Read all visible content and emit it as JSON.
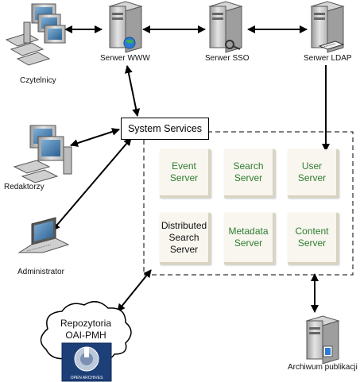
{
  "nodes": {
    "readers": "Czytelnicy",
    "www": "Serwer WWW",
    "sso": "Serwer SSO",
    "ldap": "Serwer LDAP",
    "system_services": "System Services",
    "editors": "Redaktorzy",
    "admin": "Administrator",
    "repo_line1": "Repozytoria",
    "repo_line2": "OAI-PMH",
    "open_archives": "OPEN ARCHIVES",
    "archive": "Archiwum publikacji"
  },
  "servers": [
    {
      "line1": "Event",
      "line2": "Server",
      "color": "#2e7d32"
    },
    {
      "line1": "Search",
      "line2": "Server",
      "color": "#2e7d32"
    },
    {
      "line1": "User",
      "line2": "Server",
      "color": "#2e7d32"
    },
    {
      "line1": "Distributed",
      "line2": "Search",
      "line3": "Server",
      "color": "#111111"
    },
    {
      "line1": "Metadata",
      "line2": "Server",
      "color": "#2e7d32"
    },
    {
      "line1": "Content",
      "line2": "Server",
      "color": "#2e7d32"
    }
  ]
}
